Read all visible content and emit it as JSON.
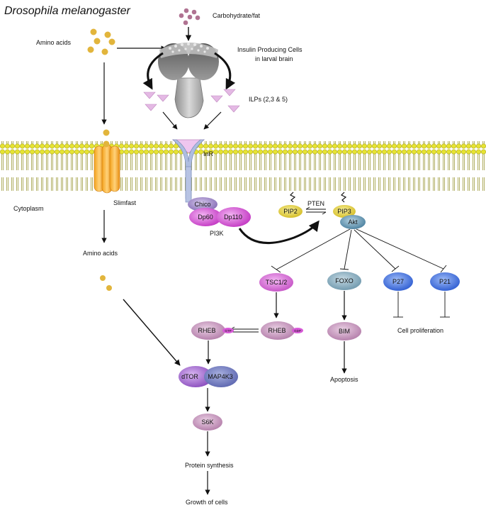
{
  "title": "Drosophila melanogaster",
  "labels": {
    "amino_acids_top": "Amino acids",
    "carbohydrate": "Carbohydrate/fat",
    "ipc_line1": "Insulin Producing Cells",
    "ipc_line2": "in larval brain",
    "ilps": "ILPs (2,3 & 5)",
    "inr": "InR",
    "cytoplasm": "Cytoplasm",
    "slimfast": "Slimfast",
    "amino_acids_mid": "Amino acids",
    "pi3k": "PI3K",
    "pten": "PTEN",
    "cell_proliferation": "Cell proliferation",
    "apoptosis": "Apoptosis",
    "protein_synthesis": "Protein synthesis",
    "growth": "Growth of cells"
  },
  "nodes": {
    "chico": "Chico",
    "dp60": "Dp60",
    "dp110": "Dp110",
    "pip2": "PIP2",
    "pip3": "PIP3",
    "akt": "Akt",
    "tsc": "TSC1/2",
    "foxo": "FOXO",
    "p27": "P27",
    "p21": "P21",
    "rheb_gtp": "RHEB",
    "gtp": "GTP",
    "rheb_gdp": "RHEB",
    "gdp": "GDP",
    "bim": "BIM",
    "dtor": "dTOR",
    "map4k3": "MAP4K3",
    "s6k": "S6K"
  },
  "colors": {
    "membrane_head": "#e6e332",
    "nutrient_dot": "#e2b53c",
    "carb_dot": "#b07392",
    "ilp": "#e4b9e4",
    "chico": "#a892c8",
    "pi3k": "#d64fd6",
    "pip": "#e6d64a",
    "akt": "#6e9eb6",
    "tsc": "#d96ad9",
    "foxo": "#7ea6b9",
    "p_blue": "#3d6ee0",
    "rheb": "#c08ab4",
    "dtor": "#9e62c8",
    "map4k3": "#6e79bd",
    "s6k": "#c293b5"
  }
}
